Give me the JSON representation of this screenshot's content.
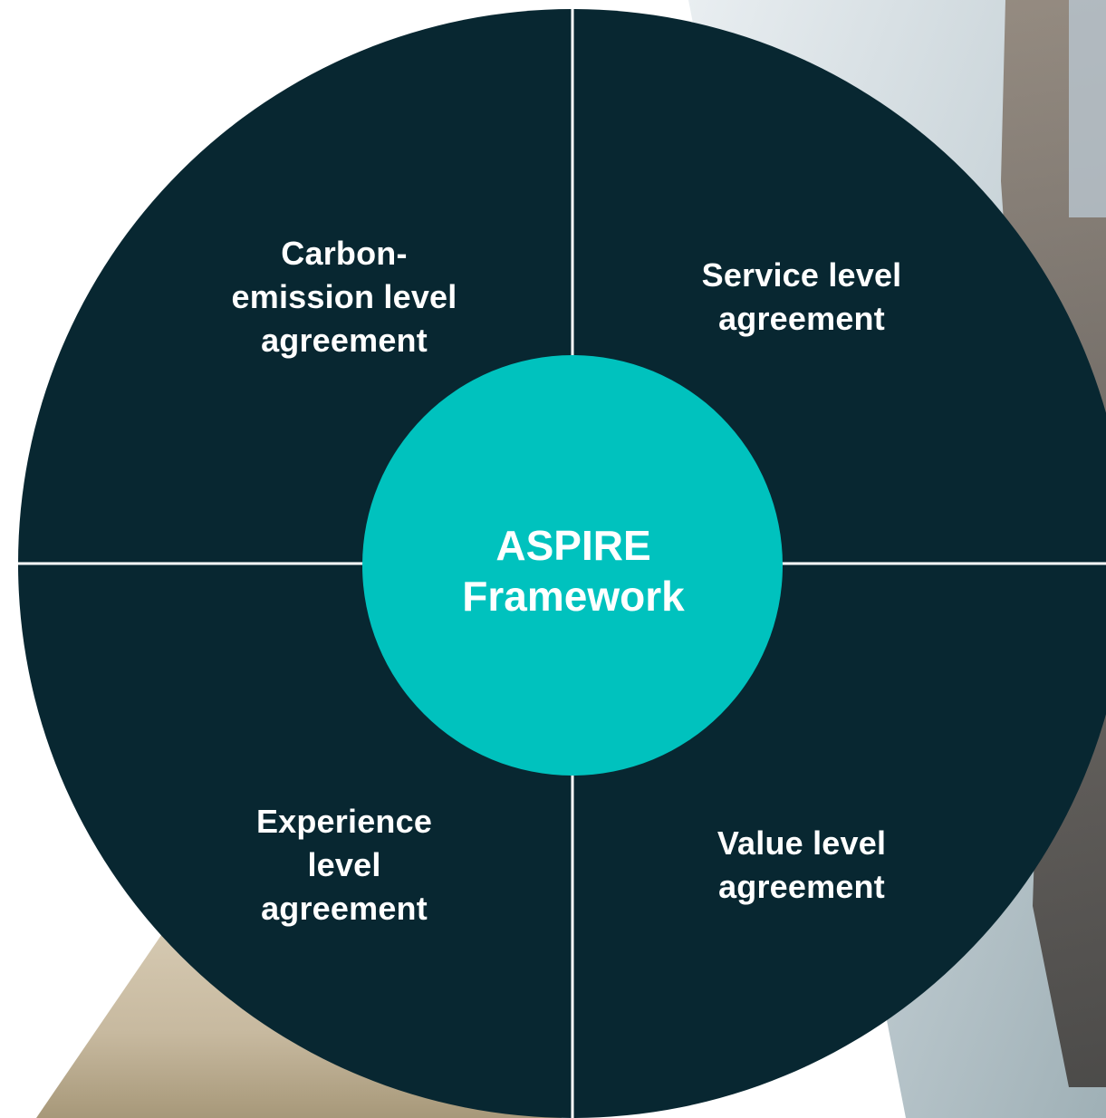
{
  "framework": {
    "title_line1": "ASPIRE",
    "title_line2": "Framework"
  },
  "quadrants": {
    "top_left": {
      "line1": "Carbon-",
      "line2": "emission level",
      "line3": "agreement"
    },
    "top_right": {
      "line1": "Service level",
      "line2": "agreement"
    },
    "bottom_left": {
      "line1": "Experience",
      "line2": "level",
      "line3": "agreement"
    },
    "bottom_right": {
      "line1": "Value level",
      "line2": "agreement"
    }
  },
  "colors": {
    "wheel_fill": "#082731",
    "center_fill": "#00c2be",
    "divider": "#ffffff",
    "text": "#ffffff"
  }
}
